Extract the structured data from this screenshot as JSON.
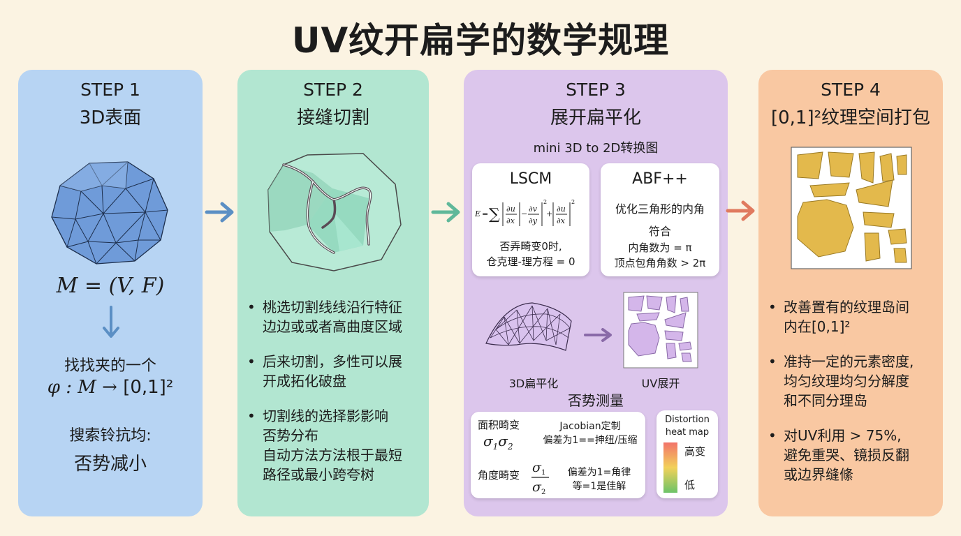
{
  "title": "UV纹开扁学的数学规理",
  "step1": {
    "label": "STEP 1",
    "subtitle": "3D表面",
    "formula": "M = (V, F)",
    "text1": "找找夹的一个",
    "mapping_left": "φ : M →",
    "mapping_right": "[0,1]²",
    "text2": "搜索铃抗均:",
    "text3": "否势减小"
  },
  "step2": {
    "label": "STEP 2",
    "subtitle": "接缝切割",
    "bullets": [
      "桃选切割线线沿行特征\n边边或或者高曲度区域",
      "后来切割，多性可以展\n开成拓化破盘",
      "切割线的选择影影响\n否势分布\n自动方法方法根于最短\n路径或最小跨夸树"
    ]
  },
  "step3": {
    "label": "STEP 3",
    "subtitle": "展开扁平化",
    "mini_title": "mini 3D to 2D转换图",
    "lscm": {
      "title": "LSCM",
      "line1": "否弄畸变0时,",
      "line2": "仓克理-理方程 = 0"
    },
    "abf": {
      "title": "ABF++",
      "line1": "优化三角形的内角",
      "line2": "符合",
      "line3": "内角数为 = π",
      "line4": "顶点包角角数 > 2π"
    },
    "label_3d": "3D扁平化",
    "label_uv": "UV展开",
    "measure_title": "否势测量",
    "area": {
      "label": "面积畸变",
      "desc1": "Jacobian定制",
      "desc2": "偏差为1==抻纽/压缩"
    },
    "angle": {
      "label": "角度畸变",
      "desc1": "偏差为1=角律",
      "desc2": "等=1是佳解"
    },
    "heatmap": {
      "title1": "Distortion",
      "title2": "heat map",
      "high": "高变",
      "low": "低"
    }
  },
  "step4": {
    "label": "STEP 4",
    "subtitle": "[0,1]²纹理空间打包",
    "bullets": [
      "改善置有的纹理岛间\n内在[0,1]²",
      "准持一定的元素密度,\n均匀纹理均匀分解度\n和不同分理岛",
      "对UV利用 > 75%,\n避免重哭、镜损反翻\n或边界缝絛"
    ]
  },
  "colors": {
    "step1_bg": "#b7d4f3",
    "step2_bg": "#b2e6d1",
    "step3_bg": "#dcc6ec",
    "step4_bg": "#f9c8a2",
    "arrow1": "#5b8fc4",
    "arrow2": "#5fb89a",
    "arrow3": "#e07a5f",
    "sphere": "#6f9bd9",
    "island": "#e3b94c"
  }
}
